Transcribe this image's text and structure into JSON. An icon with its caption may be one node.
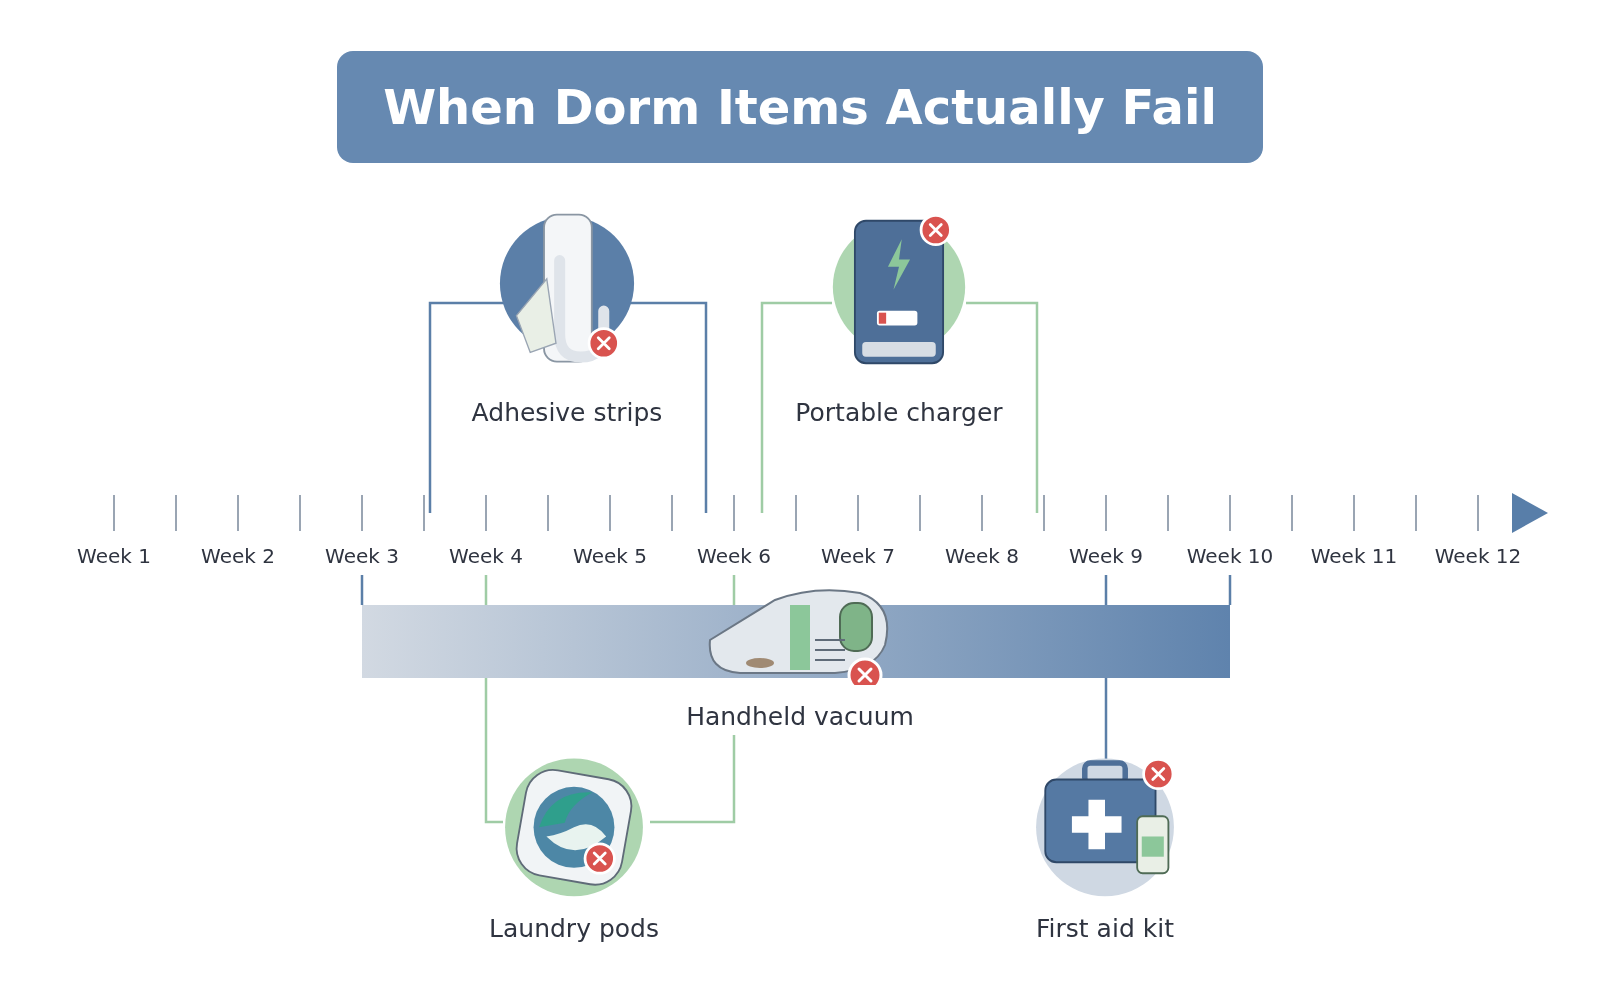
{
  "diagram": {
    "title": "When Dorm Items Actually Fail",
    "nodes": [
      {
        "text": [
          "Adhesive strips"
        ]
      },
      {
        "text": [
          "Portable charger"
        ]
      },
      {
        "text": [
          "Handheld vacuum"
        ]
      },
      {
        "text": [
          "Laundry pods"
        ]
      },
      {
        "text": [
          "First aid kit"
        ]
      }
    ],
    "labels": [
      "Week 1",
      "Week 2",
      "Week 3",
      "Week 4",
      "Week 5",
      "Week 6",
      "Week 7",
      "Week 8",
      "Week 9",
      "Week 10",
      "Week 11",
      "Week 12"
    ]
  }
}
